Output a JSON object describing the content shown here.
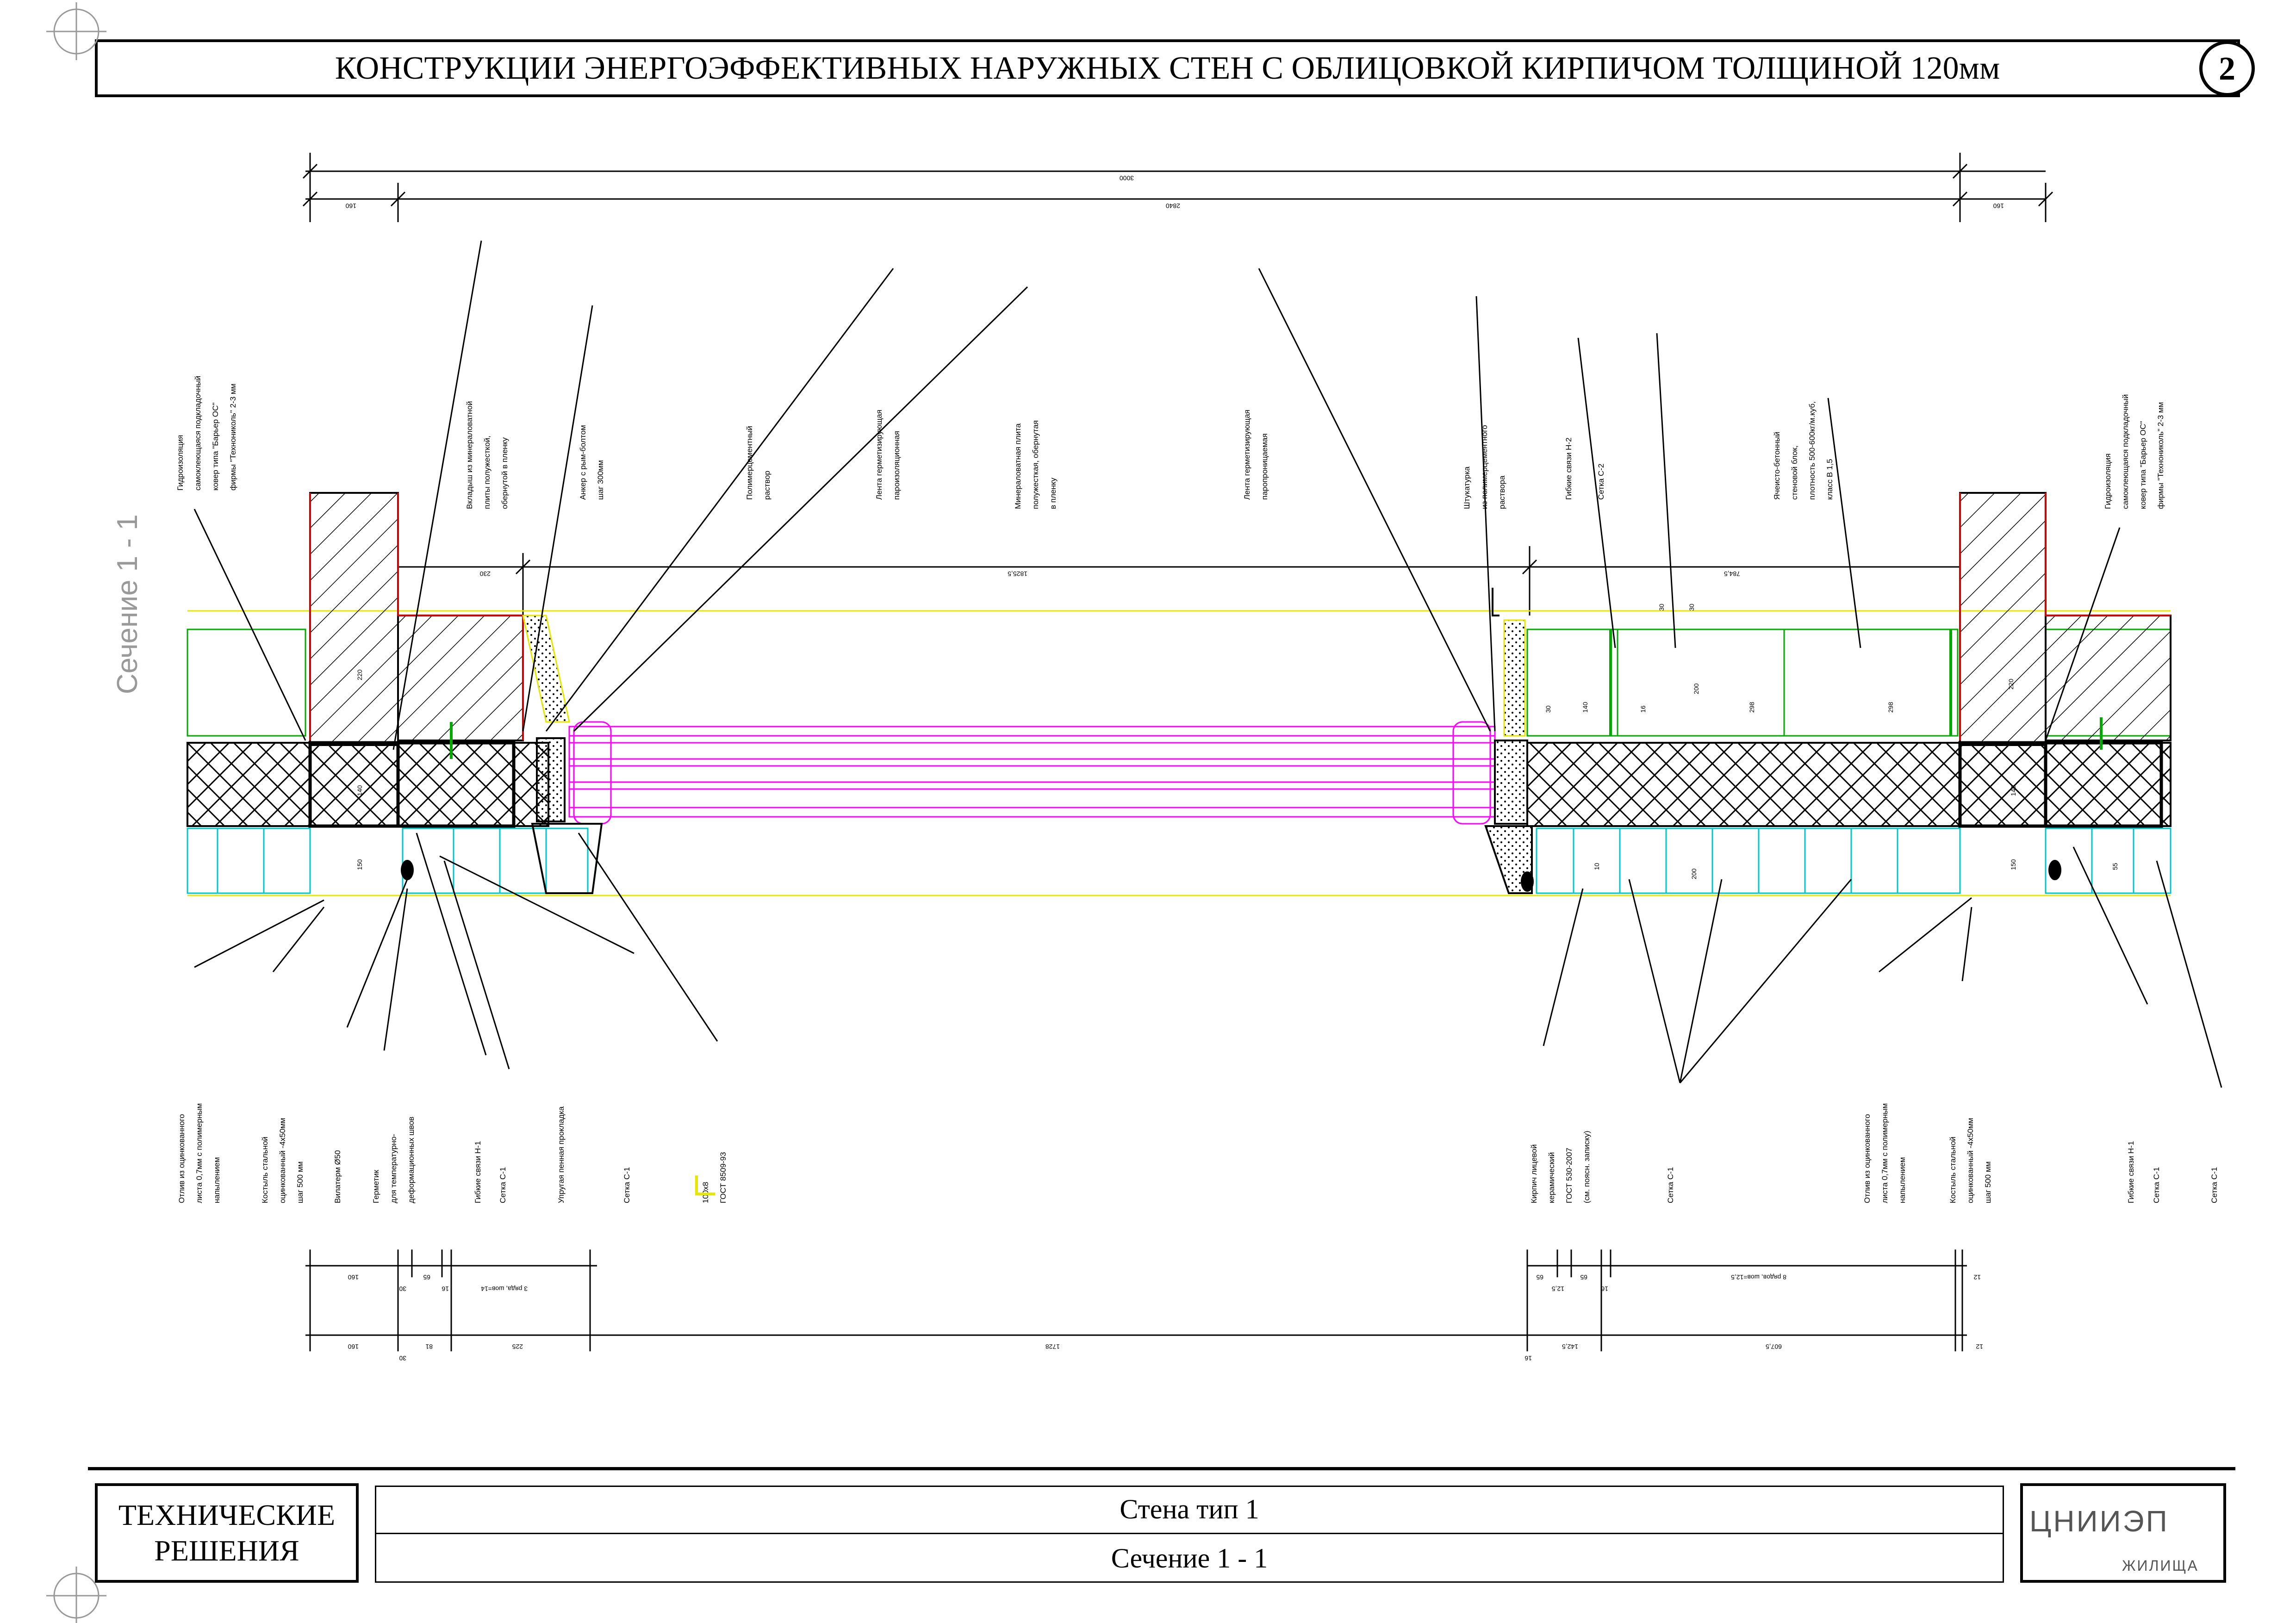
{
  "sheet": {
    "title": "КОНСТРУКЦИИ ЭНЕРГОЭФФЕКТИВНЫХ НАРУЖНЫХ СТЕН С ОБЛИЦОВКОЙ КИРПИЧОМ ТОЛЩИНОЙ 120мм",
    "number": "2",
    "section_label": "Сечение 1 - 1"
  },
  "titleblock": {
    "left_line1": "ТЕХНИЧЕСКИЕ",
    "left_line2": "РЕШЕНИЯ",
    "center_line1": "Стена тип 1",
    "center_line2": "Сечение 1 - 1",
    "org_line1": "ЦНИИЭП",
    "org_line2": "ЖИЛИЩА"
  },
  "dimensions": {
    "top_total": "3000",
    "top_left": "160",
    "top_middle": "2840",
    "top_right": "160",
    "upper_left": "230",
    "upper_middle": "1825,5",
    "upper_right": "784,5",
    "bottom_row1": [
      "160",
      "30",
      "65",
      "16",
      "3 ряда, шов=14",
      "65",
      "12,5",
      "65",
      "16",
      "8 рядов, шов=12,5",
      "12"
    ],
    "bottom_row2": [
      "160",
      "30",
      "81",
      "225",
      "1728",
      "16",
      "142,5",
      "607,5",
      "12"
    ],
    "wall_dims": [
      "220",
      "140",
      "150",
      "30",
      "30",
      "200",
      "16",
      "298",
      "298",
      "140",
      "30",
      "150",
      "220",
      "55",
      "10",
      "200",
      "140"
    ]
  },
  "annotations_top": [
    {
      "lines": [
        "Гидроизоляция",
        "самоклеющаяся подкладочный",
        "ковер типа \"Барьер ОС\"",
        "фирмы \"Технониколь\" 2-3 мм"
      ]
    },
    {
      "lines": [
        "Вкладыш из минераловатной",
        "плиты полужесткой,",
        "обернутой в пленку"
      ]
    },
    {
      "lines": [
        "Анкер с рым-болтом",
        "шаг 300мм"
      ]
    },
    {
      "lines": [
        "Полимерцементный",
        "раствор"
      ]
    },
    {
      "lines": [
        "Лента герметизирующая",
        "пароизоляционная"
      ]
    },
    {
      "lines": [
        "Минераловатная плита",
        "полужесткая, обернутая",
        "в пленку"
      ]
    },
    {
      "lines": [
        "Лента герметизирующая",
        "паропроницаемая"
      ]
    },
    {
      "lines": [
        "Штукатурка",
        "из полимерцементного",
        "раствора"
      ]
    },
    {
      "lines": [
        "Гибкие связи Н-2"
      ]
    },
    {
      "lines": [
        "Сетка С-2"
      ]
    },
    {
      "lines": [
        "Ячеисто-бетонный",
        "стеновой блок,",
        "плотность 500-600кг/м.куб,",
        "класс В 1,5"
      ]
    },
    {
      "lines": [
        "Гидроизоляция",
        "самоклеющаяся подкладочный",
        "ковер типа \"Барьер ОС\"",
        "фирмы \"Технониколь\" 2-3 мм"
      ]
    }
  ],
  "annotations_bottom": [
    {
      "lines": [
        "Отлив из оцинкованного",
        "листа 0,7мм с полимерным",
        "напылением"
      ]
    },
    {
      "lines": [
        "Костыль стальной",
        "оцинкованный -4х50мм",
        "шаг 500 мм"
      ]
    },
    {
      "lines": [
        "Вилатерм Ø50"
      ]
    },
    {
      "lines": [
        "Герметик",
        "для температурно-",
        "деформационных швов"
      ]
    },
    {
      "lines": [
        "Гибкие связи Н-1"
      ]
    },
    {
      "lines": [
        "Сетка С-1"
      ]
    },
    {
      "lines": [
        "Упругая пенная прокладка"
      ]
    },
    {
      "lines": [
        "Сетка С-1"
      ]
    },
    {
      "lines": [
        "100х8",
        "ГОСТ 8509-93"
      ]
    },
    {
      "lines": [
        "Кирпич лицевой",
        "керамический",
        "ГОСТ 530-2007",
        "(см. поясн. записку)"
      ]
    },
    {
      "lines": [
        "Сетка С-1"
      ]
    },
    {
      "lines": [
        "Отлив из оцинкованного",
        "листа 0,7мм с полимерным",
        "напылением"
      ]
    },
    {
      "lines": [
        "Костыль стальной",
        "оцинкованный -4х50мм",
        "шаг 500 мм"
      ]
    },
    {
      "lines": [
        "Гибкие связи Н-1"
      ]
    },
    {
      "lines": [
        "Сетка С-1"
      ]
    },
    {
      "lines": [
        "Сетка С-1"
      ]
    }
  ],
  "colors": {
    "window": "#ff00ff",
    "insulation_hatch": "#000000",
    "brick_cells": "#00c8c8",
    "outline_red": "#ff0000",
    "line_yellow": "#e6e600",
    "accent_green": "#00aa00"
  }
}
